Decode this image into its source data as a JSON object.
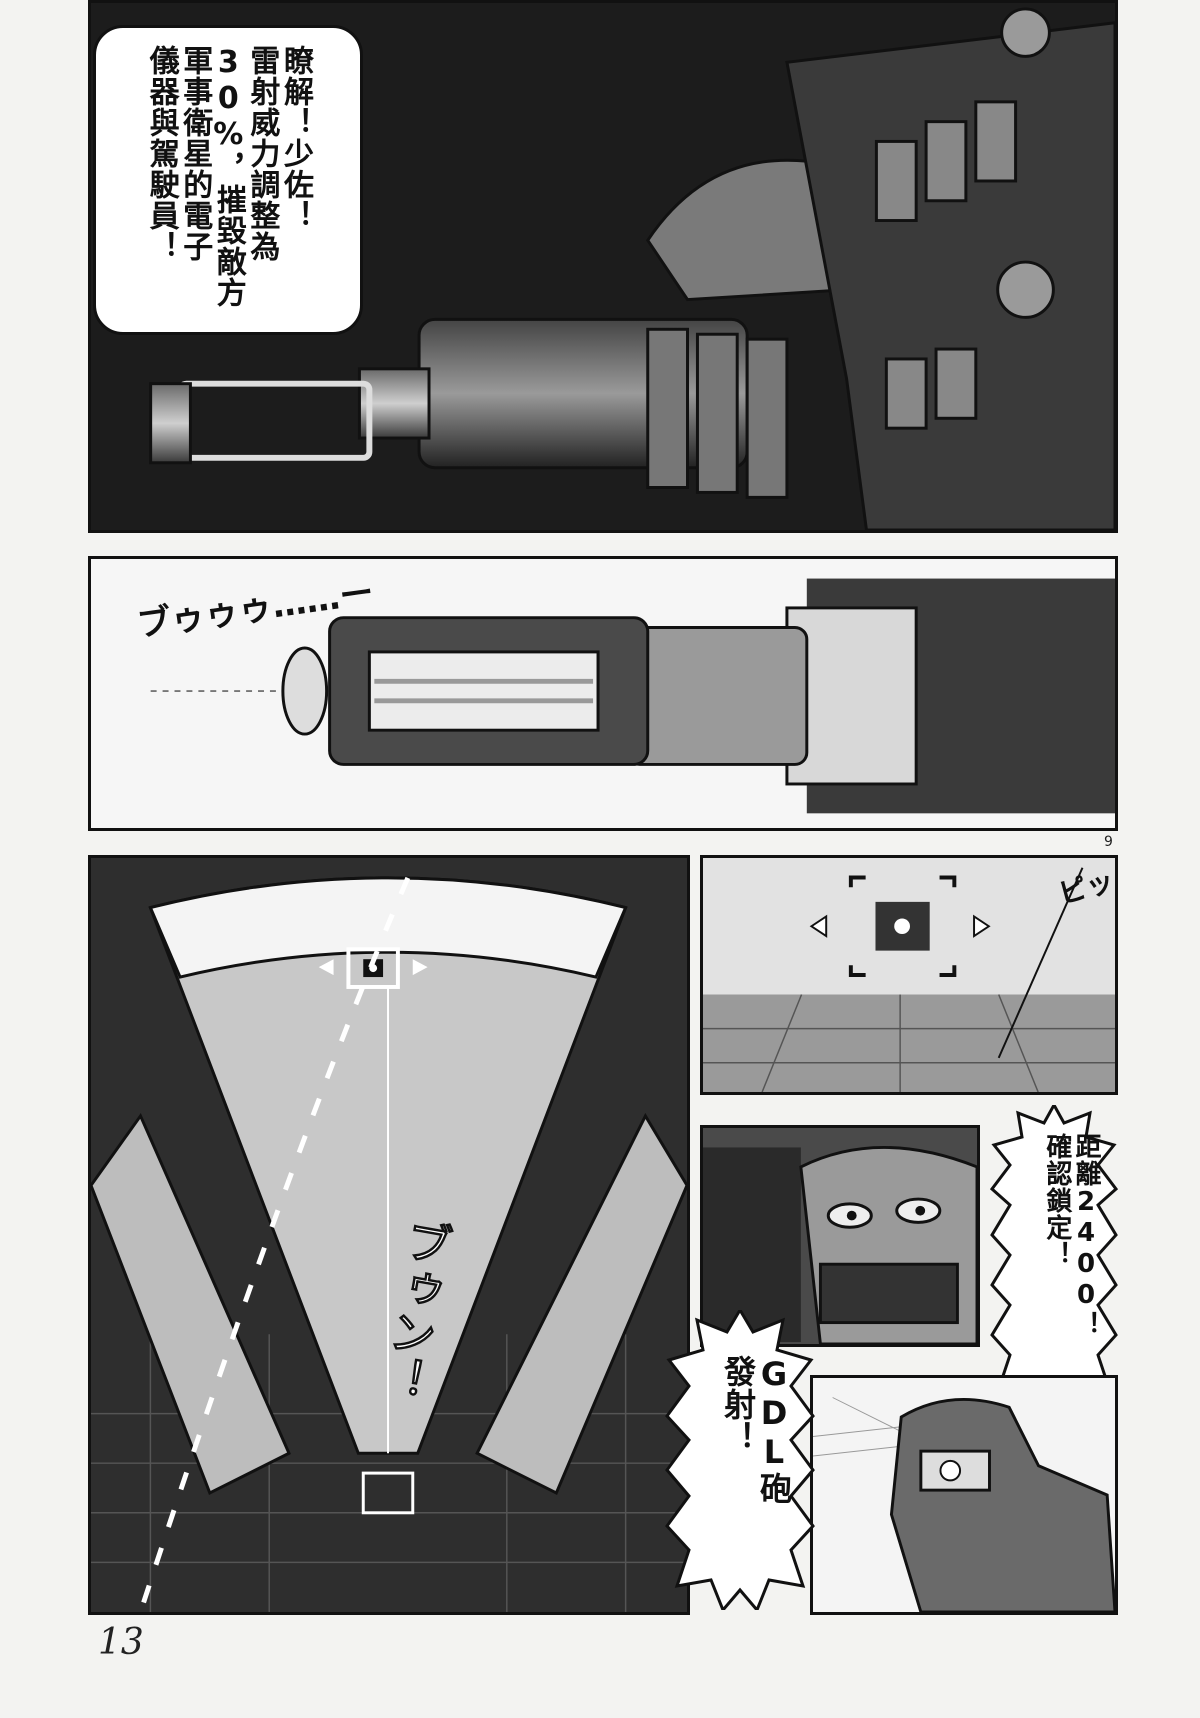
{
  "page": {
    "page_number": "13",
    "panel_number": "9"
  },
  "panels": {
    "cannon_closeup": {
      "speech": "瞭解！少佐！\n雷射威力調整為\n30%，摧毀敵方\n軍事衛星的電子\n儀器與駕駛員！"
    },
    "cannon_charging": {
      "sfx": "ブゥゥゥ……ー"
    },
    "target_display": {
      "sfx": "ブゥン！"
    },
    "lock_on_screen": {
      "sfx": "ピッ"
    },
    "pilot_eyes": {
      "speech": "距離2400！\n確認鎖定！"
    },
    "pilot_trigger": {
      "speech": "GDL砲\n發射！"
    }
  }
}
